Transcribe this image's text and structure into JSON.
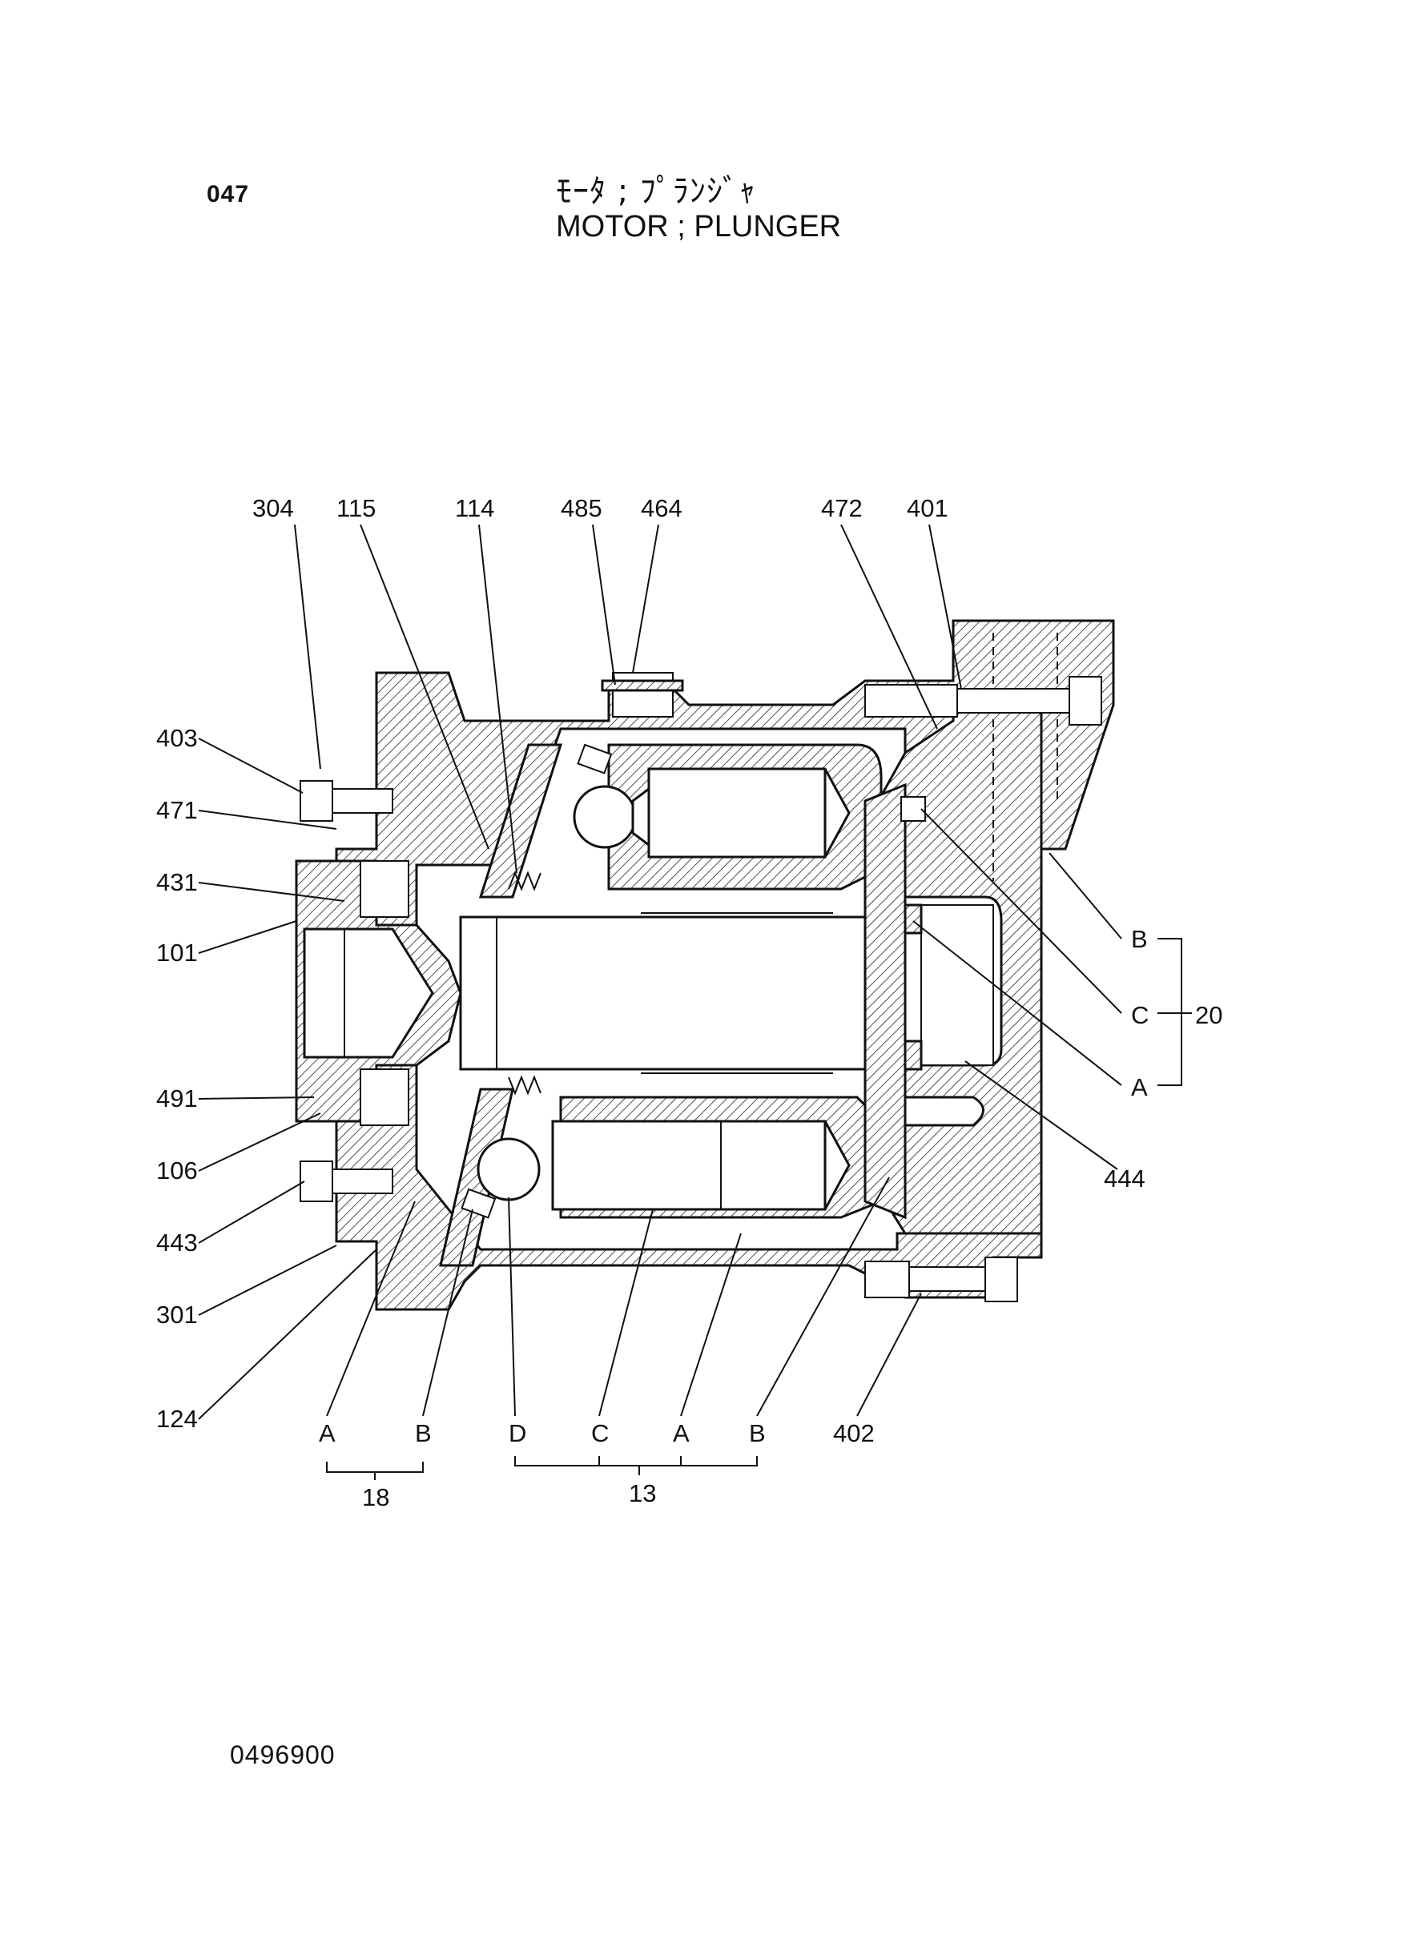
{
  "header": {
    "page_number": "047",
    "title_japanese": "ﾓｰﾀ ; ﾌﾟﾗﾝｼﾞｬ",
    "title_english": "MOTOR ; PLUNGER"
  },
  "footer": {
    "drawing_number": "0496900"
  },
  "callouts": {
    "top": [
      "304",
      "115",
      "114",
      "485",
      "464",
      "472",
      "401"
    ],
    "left": [
      "403",
      "471",
      "431",
      "101",
      "491",
      "106",
      "443",
      "301",
      "124"
    ],
    "right": [
      "B",
      "C",
      "20",
      "A",
      "444"
    ],
    "bottom": [
      "A",
      "B",
      "D",
      "C",
      "A",
      "B",
      "402"
    ],
    "groups": [
      "18",
      "13"
    ]
  }
}
